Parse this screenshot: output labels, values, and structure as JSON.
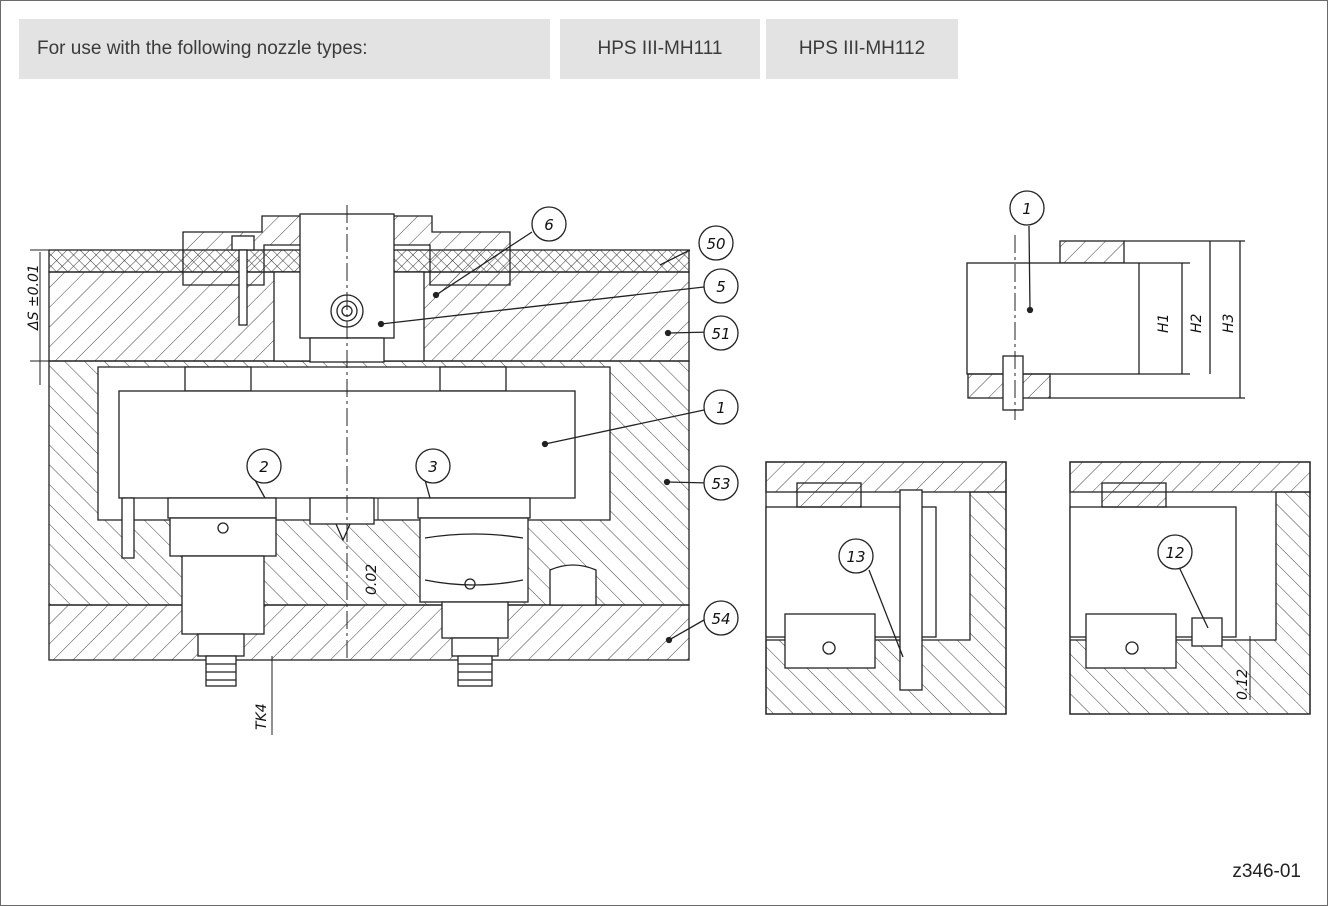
{
  "header": {
    "label": "For use with the following nozzle types:",
    "nozzle_types": [
      "HPS III-MH111",
      "HPS III-MH112"
    ]
  },
  "drawing_code": "z346-01",
  "callouts": [
    "1",
    "2",
    "3",
    "5",
    "6",
    "13",
    "12",
    "50",
    "51",
    "53",
    "54"
  ],
  "dimensions": {
    "delta_s": "ΔS ±0.01",
    "gap_002": "0.02",
    "tk4": "TK4",
    "h1": "H1",
    "h2": "H2",
    "h3": "H3",
    "gap_012": "0.12"
  }
}
